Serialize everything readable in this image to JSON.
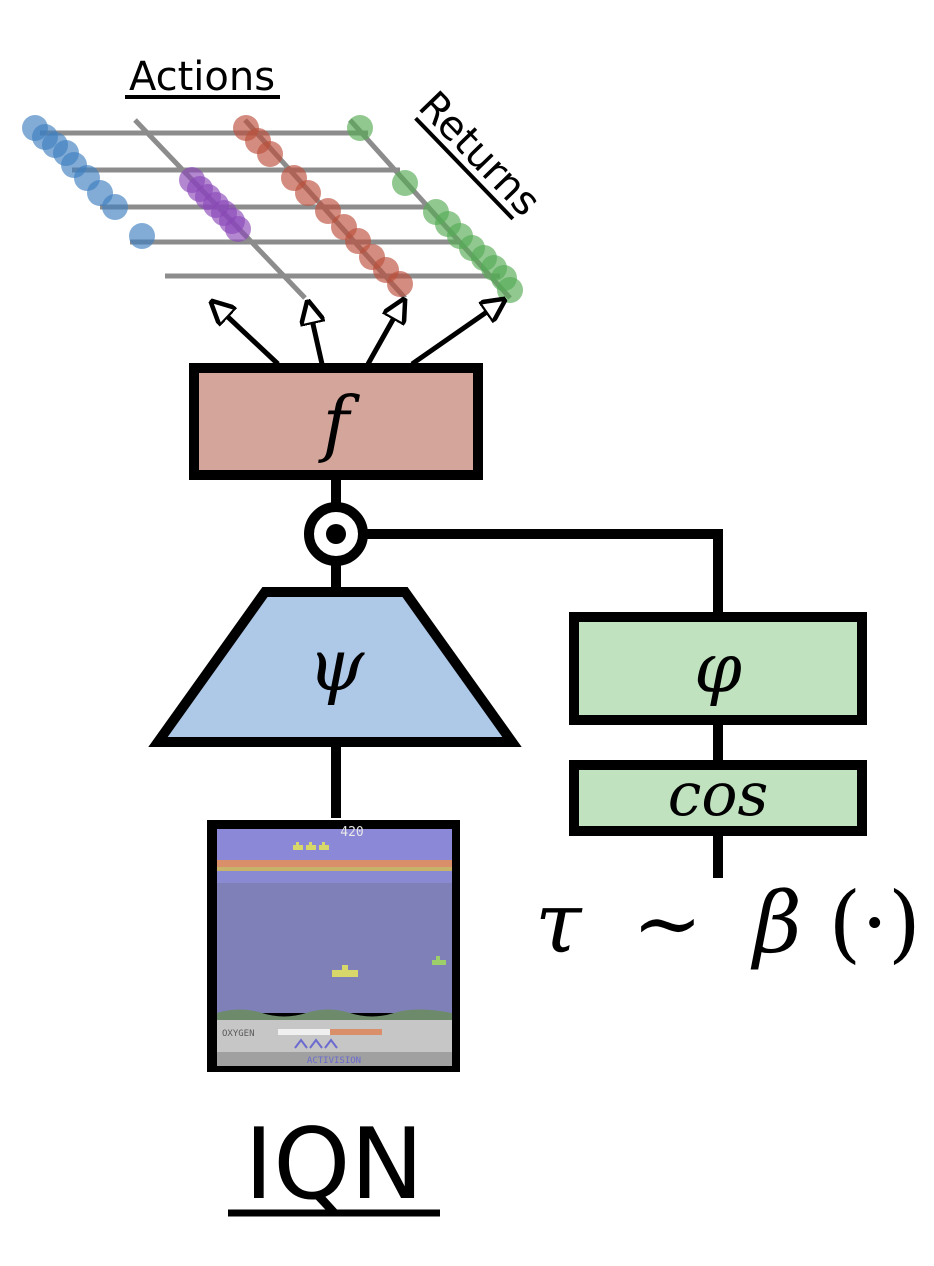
{
  "labels": {
    "actions": "Actions",
    "returns": "Returns",
    "f_block": "f",
    "psi_block": "ψ",
    "phi_block": "φ",
    "cos_block": "cos",
    "tau_symbol": "τ",
    "sim_symbol": "∼",
    "beta_symbol": "β",
    "beta_arg": "(·)",
    "title": "IQN"
  },
  "game_screen": {
    "score": "420",
    "oxygen_label": "OXYGEN",
    "logo": "ACTIVISION"
  },
  "colors": {
    "f_block": "#d4a59a",
    "psi_block": "#aec8e8",
    "phi_block": "#c0e2bf",
    "cos_block": "#c0e2bf",
    "series_blue": "#3f7fc0",
    "series_purple": "#8a48b8",
    "series_red": "#bb4e3b",
    "series_green": "#55aa55",
    "grid": "#8c8c8c",
    "game_sky": "#8b88d8",
    "game_water": "#7f80b8",
    "game_seabed": "#c6c6c6"
  }
}
